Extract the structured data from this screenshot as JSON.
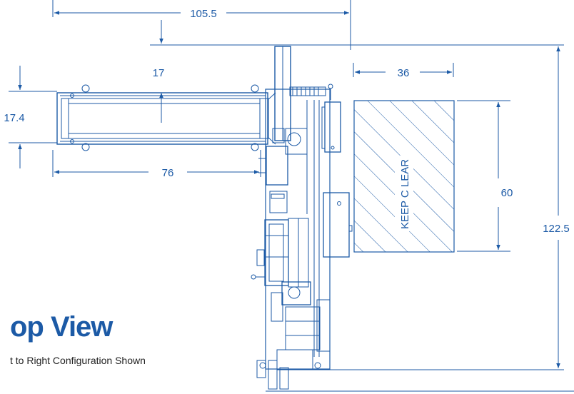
{
  "dimensions": {
    "overall_width": "105.5",
    "offset_top": "17",
    "conveyor_width": "17.4",
    "conveyor_length": "76",
    "clear_width": "36",
    "clear_depth": "60",
    "overall_length": "122.5"
  },
  "keep_clear_label": "KEEP C LEAR",
  "title": "op View",
  "subtitle": "t to Right Configuration Shown",
  "colors": {
    "line": "#1c5aa6",
    "dim": "#1c5aa6",
    "text": "#1c5aa6"
  }
}
